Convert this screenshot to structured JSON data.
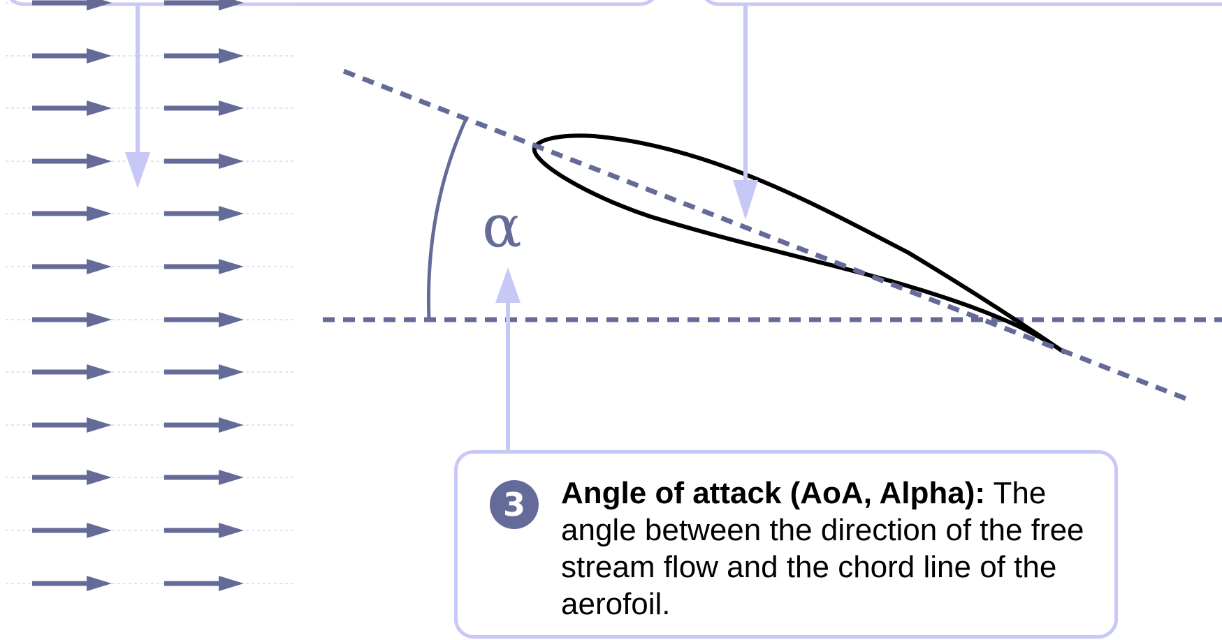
{
  "symbols": {
    "alpha": "α"
  },
  "callout3": {
    "number": "3",
    "term": "Angle of attack (AoA, Alpha):",
    "definition": " The angle between the direction of the free stream flow and the chord line of the aerofoil."
  },
  "colors": {
    "flow_arrow": "#656b98",
    "guide_line": "#d8d8ee",
    "callout_border": "#c8c8f6",
    "callout_pointer": "#c8c8f6",
    "chord_line": "#656b98",
    "freestream_line": "#656b98",
    "angle_arc": "#656b98",
    "aerofoil": "#000000",
    "badge": "#656b98"
  }
}
